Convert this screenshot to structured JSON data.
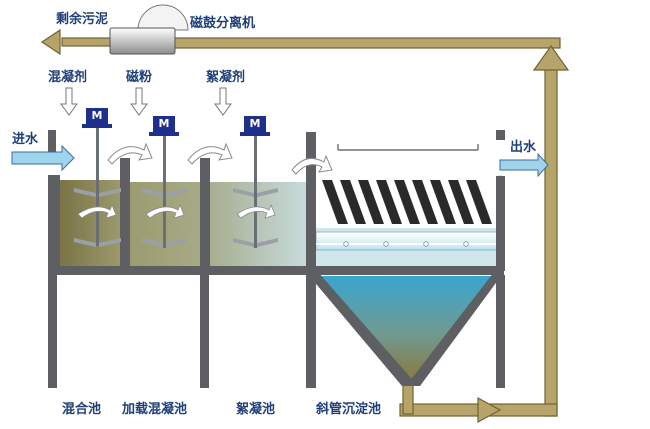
{
  "labels": {
    "sludge_out": "剩余污泥",
    "separator": "磁鼓分离机",
    "coagulant": "混凝剂",
    "magnetic_powder": "磁粉",
    "flocculant": "絮凝剂",
    "water_in": "进水",
    "water_out": "出水",
    "motor": "M"
  },
  "tanks": {
    "mix": "混合池",
    "loaded_coag": "加载混凝池",
    "floc": "絮凝池",
    "settling": "斜管沉淀池"
  },
  "colors": {
    "pipe": "#b7a46a",
    "pipe_stroke": "#6f6331",
    "wall": "#5d5f63",
    "liquid_dark": "#7d7a4a",
    "liquid_light": "#cfe3e6",
    "settling_top": "#39a6cf",
    "motor": "#1e2f8c",
    "label": "#1f3f7a",
    "inflow_arrow": "#9fd4ec"
  },
  "icons": [
    "motor-icon",
    "mixer-impeller-icon",
    "dosing-arrow-icon",
    "flow-arrow-icon",
    "separator-drum-icon"
  ]
}
